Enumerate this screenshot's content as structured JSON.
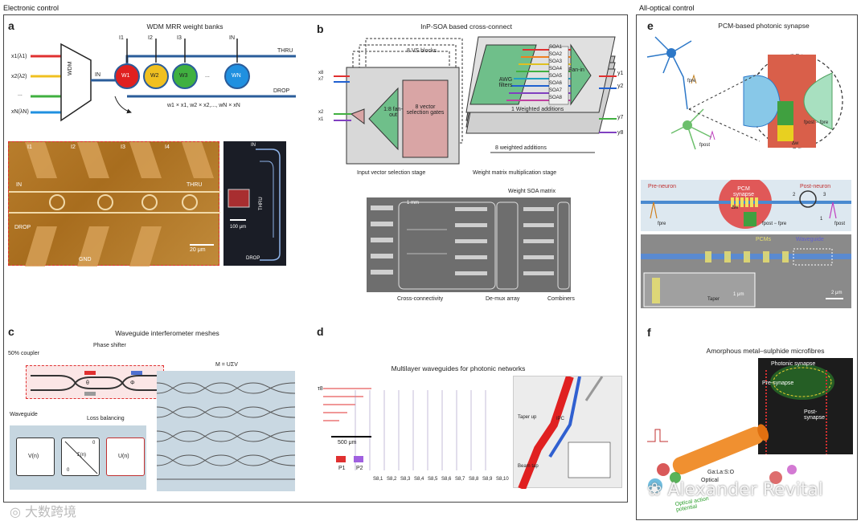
{
  "headers": {
    "left": "Electronic control",
    "right": "All-optical control"
  },
  "panel_a": {
    "label": "a",
    "title": "WDM MRR weight banks",
    "inputs": [
      "x1(λ1)",
      "x2(λ2)",
      "...",
      "xN(λN)"
    ],
    "mux": "WDM",
    "in_label": "IN",
    "thru": "THRU",
    "drop": "DROP",
    "currents": [
      "I1",
      "I2",
      "I3",
      "IN"
    ],
    "rings": [
      "W1",
      "W2",
      "W3",
      "...",
      "WN"
    ],
    "equation": "w1 × x1, w2 × x2,..., wN × xN",
    "micro": {
      "i_labels": [
        "I1",
        "I2",
        "I3",
        "I4"
      ],
      "in": "IN",
      "thru": "THRU",
      "drop": "DROP",
      "gnd": "GND",
      "scale": "20 μm"
    },
    "chip": {
      "in": "IN",
      "thru": "THRU",
      "drop": "DROP",
      "scale": "100 μm"
    }
  },
  "panel_b": {
    "label": "b",
    "title": "InP-SOA based cross-connect",
    "vs_blocks": "8 VS blocks",
    "inputs_top": [
      "x8",
      "x7"
    ],
    "inputs_bottom": [
      "x2",
      "x1"
    ],
    "fanout": "1:8 fan-out",
    "gates": "8 vector selection gates",
    "awg": "AWG filters",
    "soas": [
      "SOA1",
      "SOA2",
      "SOA3",
      "SOA4",
      "SOA5",
      "SOA6",
      "SOA7",
      "SOA8"
    ],
    "fanin": "Fan-in",
    "weighted": "1 Weighted additions",
    "weighted8": "8 weighted additions",
    "outputs": [
      "y1",
      "y2",
      "y7",
      "y8"
    ],
    "stage1": "Input vector selection stage",
    "stage2": "Weight matrix multiplication stage",
    "matrix_title": "Weight SOA matrix",
    "mm": "1 mm",
    "bottom_labels": [
      "Cross-connectivity",
      "De-mux array",
      "Combiners"
    ]
  },
  "panel_c": {
    "label": "c",
    "title": "Waveguide interferometer meshes",
    "coupler": "50% coupler",
    "phase": "Phase shifter",
    "theta": "θ",
    "phi": "Φ",
    "waveguide": "Waveguide",
    "loss": "Loss balancing",
    "equation": "M = UΣV",
    "blocks": [
      "V(n)",
      "Σ(n)",
      "U(n)"
    ],
    "zeros": [
      "0",
      "0"
    ]
  },
  "panel_d": {
    "label": "d",
    "title": "Multilayer waveguides for photonic networks",
    "tau": "τ8",
    "scale": "500 μm",
    "legend": [
      "P1",
      "P2"
    ],
    "s_labels": [
      "S8,1",
      "S8,2",
      "S8,3",
      "S8,4",
      "S8,5",
      "S8,6",
      "S8,7",
      "S8,8",
      "S8,9",
      "S8,10"
    ],
    "taper": "Taper up",
    "ipc": "IPC",
    "beam": "Beam tap"
  },
  "panel_e": {
    "label": "e",
    "title": "PCM-based photonic synapse",
    "synapse": "Synapse",
    "fpre": "fpre",
    "fpost": "fpost",
    "diff": "fpost − fpre",
    "dw": "Δw",
    "pre_neuron": "Pre-neuron",
    "post_neuron": "Post-neuron",
    "pcm_synapse": "PCM synapse",
    "ports": [
      "2",
      "3",
      "1"
    ],
    "pcms": "PCMs",
    "waveguide": "Waveguide",
    "taper": "Taper",
    "s1": "1 μm",
    "s2": "2 μm"
  },
  "panel_f": {
    "label": "f",
    "title": "Amorphous metal–sulphide microfibres",
    "photonic_synapse": "Photonic synapse",
    "pre": "Pre-synapse",
    "post": "Post-synapse",
    "fibre": "Ga:La:S:O",
    "fibre2": "Optical",
    "optical": "Optical action potential"
  },
  "watermarks": {
    "left": "大数跨境",
    "right": "Alexander Revital"
  },
  "colors": {
    "thru_blue": "#2a5c9a",
    "ring_red": "#e02020",
    "ring_yellow": "#f0c020",
    "ring_green": "#40b040",
    "ring_blue": "#2090e0",
    "green_block": "#6fbf8a",
    "pink_block": "#d9a5a5"
  }
}
